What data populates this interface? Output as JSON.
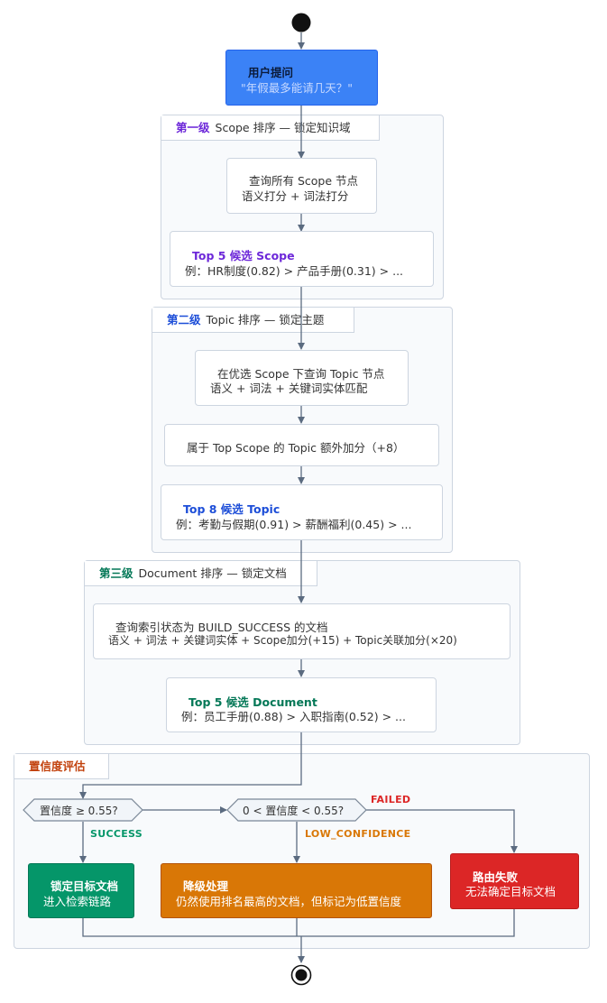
{
  "colors": {
    "scope": "#6d28d9",
    "topic": "#1d4ed8",
    "document": "#047857",
    "confidence": "#c2410c",
    "start_node": "#3b82f6",
    "success": "#059669",
    "low": "#d97706",
    "failed": "#dc2626"
  },
  "start": {
    "title": "用户提问",
    "subtitle": "\"年假最多能请几天？\""
  },
  "level1": {
    "tag": "第一级",
    "title": "Scope 排序 — 锁定知识域",
    "step1": {
      "line1": "查询所有 Scope 节点",
      "line2": "语义打分 + 词法打分"
    },
    "result": {
      "line1": "Top 5 候选 Scope",
      "line2": "例：HR制度(0.82) > 产品手册(0.31) > ..."
    }
  },
  "level2": {
    "tag": "第二级",
    "title": "Topic 排序 — 锁定主题",
    "step1": {
      "line1": "在优选 Scope 下查询 Topic 节点",
      "line2": "语义 + 词法 + 关键词实体匹配"
    },
    "step2": {
      "line1": "属于 Top Scope 的 Topic 额外加分（+8）"
    },
    "result": {
      "line1": "Top 8 候选 Topic",
      "line2": "例：考勤与假期(0.91) > 薪酬福利(0.45) > ..."
    }
  },
  "level3": {
    "tag": "第三级",
    "title": "Document 排序 — 锁定文档",
    "step1": {
      "line1": "查询索引状态为 BUILD_SUCCESS 的文档",
      "line2": "语义 + 词法 + 关键词实体 + Scope加分(+15) + Topic关联加分(×20)"
    },
    "result": {
      "line1": "Top 5 候选 Document",
      "line2": "例：员工手册(0.88) > 入职指南(0.52) > ..."
    }
  },
  "confidence": {
    "title": "置信度评估",
    "decision1": "置信度 ≥ 0.55?",
    "decision2": "0 < 置信度 < 0.55?",
    "edge_success": "SUCCESS",
    "edge_low": "LOW_CONFIDENCE",
    "edge_failed": "FAILED",
    "success": {
      "line1": "锁定目标文档",
      "line2": "进入检索链路"
    },
    "low": {
      "line1": "降级处理",
      "line2": "仍然使用排名最高的文档，但标记为低置信度"
    },
    "failed": {
      "line1": "路由失败",
      "line2": "无法确定目标文档"
    }
  }
}
